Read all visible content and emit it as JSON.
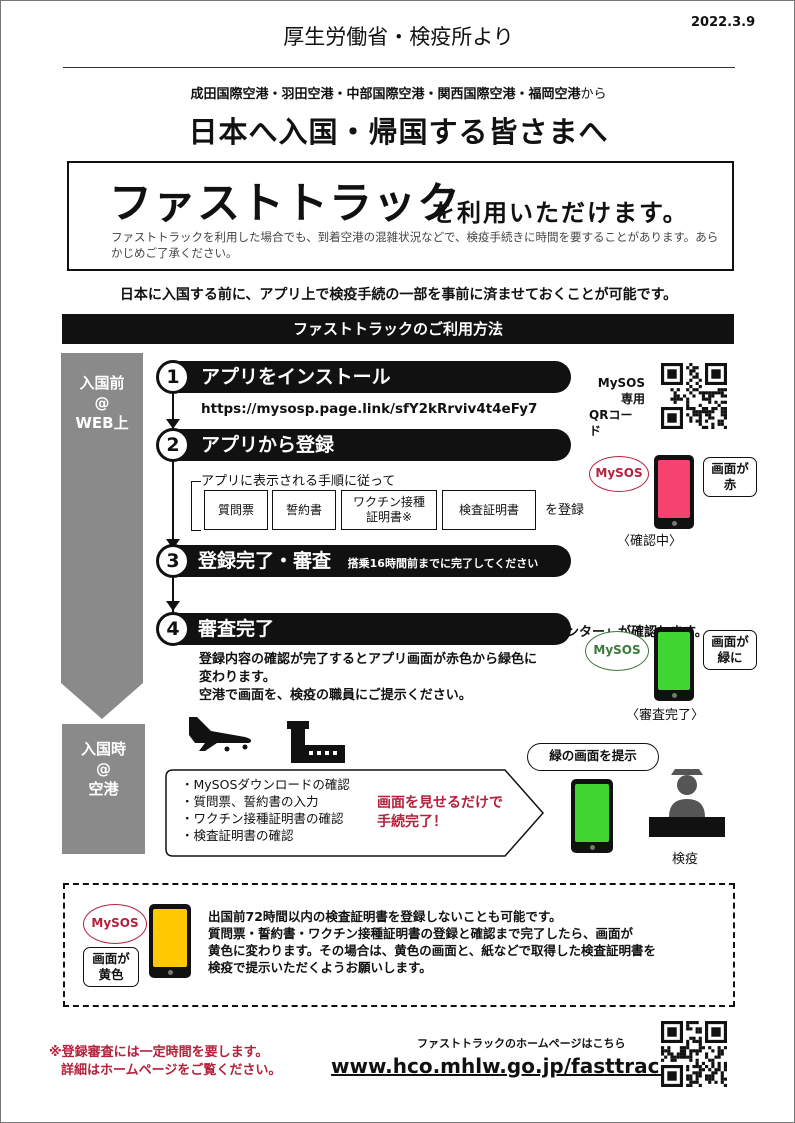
{
  "header": {
    "date": "2022.3.9",
    "title": "厚生労働省・検疫所より"
  },
  "intro": {
    "airports": "成田国際空港・羽田空港・中部国際空港・関西国際空港・福岡空港",
    "airports_suffix": "から",
    "main_title": "日本へ入国・帰国する皆さまへ",
    "fasttrack_big": "ファストトラック",
    "fasttrack_rest": "を利用いただけます。",
    "fasttrack_note": "ファストトラックを利用した場合でも、到着空港の混雑状況などで、検疫手続きに時間を要することがあります。あらかじめご了承ください。",
    "summary": "日本に入国する前に、アプリ上で検疫手続の一部を事前に済ませておくことが可能です。",
    "howto_title": "ファストトラックのご利用方法"
  },
  "sections": {
    "before": [
      "入国前",
      "@",
      "WEB上"
    ],
    "arrival": [
      "入国時",
      "@",
      "空港"
    ]
  },
  "steps": {
    "s1": {
      "num": "1",
      "title": "アプリをインストール",
      "url": "https://mysosp.page.link/sfY2kRrviv4t4eFy7"
    },
    "s2": {
      "num": "2",
      "title": "アプリから登録",
      "instruction": "アプリに表示される手順に従って",
      "docs": [
        "質問票",
        "誓約書",
        "ワクチン接種\n証明書※",
        "検査証明書"
      ],
      "register": "を登録"
    },
    "s3": {
      "num": "3",
      "title": "登録完了・審査",
      "note": "搭乗16時間前までに完了してください"
    },
    "s4": {
      "num": "4",
      "title": "審査完了",
      "overflow": "ンター」が確認します。",
      "desc1": "登録内容の確認が完了するとアプリ画面が赤色から緑色に",
      "desc2": "変わります。",
      "desc3": "空港で画面を、検疫の職員にご提示ください。"
    }
  },
  "qr": {
    "label1": "MySOS",
    "label2": "専用",
    "label3": "QRコー",
    "label4": "ド"
  },
  "phones": {
    "mysos": "MySOS",
    "red_bubble": [
      "画面が",
      "赤"
    ],
    "red_caption": "〈確認中〉",
    "green_bubble": [
      "画面が",
      "緑に"
    ],
    "green_caption": "〈審査完了〉",
    "yellow_bubble": [
      "画面が",
      "黄色"
    ],
    "colors": {
      "red": "#f4436f",
      "green": "#3fd631",
      "yellow": "#ffc800",
      "maroon": "#b5213c"
    }
  },
  "airport": {
    "checks": [
      "・MySOSダウンロードの確認",
      "・質問票、誓約書の入力",
      "・ワクチン接種証明書の確認",
      "・検査証明書の確認"
    ],
    "done1": "画面を見せるだけで",
    "done2": "手続完了！",
    "show_bubble": "緑の画面を提示",
    "officer_label": "検疫"
  },
  "optional": {
    "lines": [
      "出国前72時間以内の検査証明書を登録しないことも可能です。",
      "質問票・誓約書・ワクチン接種証明書の登録と確認まで完了したら、画面が",
      "黄色に変わります。その場合は、黄色の画面と、紙などで取得した検査証明書を",
      "検疫で提示いただくようお願いします。"
    ]
  },
  "footer": {
    "note1": "※登録審査には一定時間を要します。",
    "note2": "詳細はホームページをご覧ください。",
    "homepage_label": "ファストトラックのホームページはこちら",
    "url": "www.hco.mhlw.go.jp/fasttrack"
  }
}
